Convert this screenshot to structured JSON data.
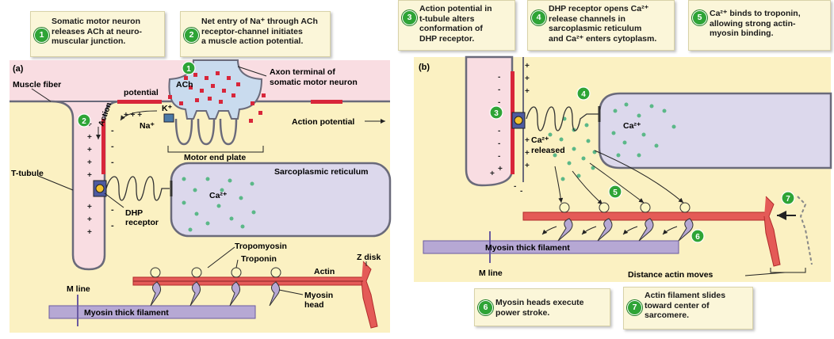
{
  "callouts": [
    {
      "num": "1",
      "text": "Somatic motor neuron\nreleases ACh at neuro-\nmuscular junction."
    },
    {
      "num": "2",
      "text": "Net entry of Na⁺ through ACh\nreceptor-channel initiates\na muscle action potential."
    },
    {
      "num": "3",
      "text": "Action potential in\nt-tubule alters\nconformation of\nDHP receptor."
    },
    {
      "num": "4",
      "text": "DHP receptor opens Ca²⁺\nrelease channels in\nsarcoplasmic reticulum\nand Ca²⁺ enters cytoplasm."
    },
    {
      "num": "5",
      "text": "Ca²⁺ binds to troponin,\nallowing strong actin-\nmyosin binding."
    },
    {
      "num": "6",
      "text": "Myosin heads execute\npower stroke."
    },
    {
      "num": "7",
      "text": "Actin filament slides\ntoward center of\nsarcomere."
    }
  ],
  "panel_a": {
    "label": "(a)",
    "muscle_fiber": "Muscle fiber",
    "action_potential_vertical": "Action",
    "potential": "potential",
    "ach": "ACh",
    "axon_terminal": "Axon terminal of\nsomatic motor neuron",
    "k_ion": "K⁺",
    "na_ion": "Na⁺",
    "motor_end_plate": "Motor end plate",
    "action_potential": "Action potential",
    "t_tubule": "T-tubule",
    "sarcoplasmic_reticulum": "Sarcoplasmic reticulum",
    "ca": "Ca²⁺",
    "dhp_receptor": "DHP\nreceptor",
    "tropomyosin": "Tropomyosin",
    "troponin": "Troponin",
    "actin": "Actin",
    "z_disk": "Z disk",
    "m_line": "M line",
    "myosin_head": "Myosin\nhead",
    "myosin_thick": "Myosin thick filament",
    "step1": "1",
    "step2": "2"
  },
  "panel_b": {
    "label": "(b)",
    "ca": "Ca²⁺",
    "ca_released": "Ca²⁺\nreleased",
    "myosin_thick": "Myosin thick filament",
    "m_line": "M line",
    "distance": "Distance actin moves",
    "step3": "3",
    "step4": "4",
    "step5": "5",
    "step6": "6",
    "step7": "7"
  },
  "colors": {
    "cytoplasm": "#fbf1c2",
    "ecf": "#f9dde2",
    "sr": "#dcd8ec",
    "actin": "#e45a57",
    "myosin": "#b6a8d4",
    "calcium": "#5bb888",
    "ach": "#d8263a",
    "green": "#2ea436"
  }
}
